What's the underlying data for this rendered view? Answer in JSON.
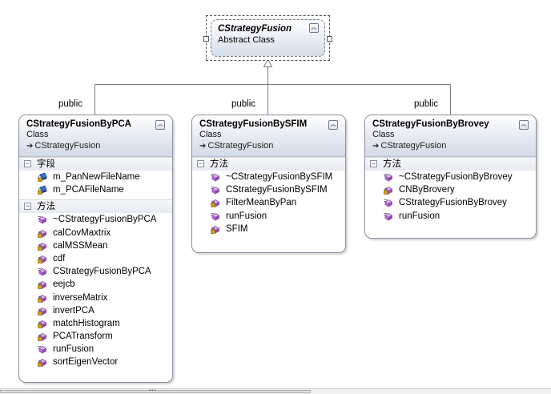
{
  "abstract_class": {
    "name": "CStrategyFusion",
    "kind": "Abstract Class"
  },
  "inheritance_label": "public",
  "classes": [
    {
      "name": "CStrategyFusionByPCA",
      "kind": "Class",
      "base": "CStrategyFusion",
      "sections": [
        {
          "title": "字段",
          "members": [
            {
              "name": "m_PanNewFileName",
              "icon": "field-icon"
            },
            {
              "name": "m_PCAFileName",
              "icon": "field-icon"
            }
          ]
        },
        {
          "title": "方法",
          "members": [
            {
              "name": "~CStrategyFusionByPCA",
              "icon": "public-method-icon"
            },
            {
              "name": "calCovMaxtrix",
              "icon": "private-method-icon"
            },
            {
              "name": "calMSSMean",
              "icon": "private-method-icon"
            },
            {
              "name": "cdf",
              "icon": "private-method-icon"
            },
            {
              "name": "CStrategyFusionByPCA",
              "icon": "public-method-icon"
            },
            {
              "name": "eejcb",
              "icon": "private-method-icon"
            },
            {
              "name": "inverseMatrix",
              "icon": "private-method-icon"
            },
            {
              "name": "invertPCA",
              "icon": "private-method-icon"
            },
            {
              "name": "matchHistogram",
              "icon": "private-method-icon"
            },
            {
              "name": "PCATransform",
              "icon": "private-method-icon"
            },
            {
              "name": "runFusion",
              "icon": "public-method-icon"
            },
            {
              "name": "sortEigenVector",
              "icon": "private-method-icon"
            }
          ]
        }
      ]
    },
    {
      "name": "CStrategyFusionBySFIM",
      "kind": "Class",
      "base": "CStrategyFusion",
      "sections": [
        {
          "title": "方法",
          "members": [
            {
              "name": "~CStrategyFusionBySFIM",
              "icon": "public-method-icon"
            },
            {
              "name": "CStrategyFusionBySFIM",
              "icon": "public-method-icon"
            },
            {
              "name": "FilterMeanByPan",
              "icon": "private-method-icon"
            },
            {
              "name": "runFusion",
              "icon": "public-method-icon"
            },
            {
              "name": "SFIM",
              "icon": "private-method-icon"
            }
          ]
        }
      ]
    },
    {
      "name": "CStrategyFusionByBrovey",
      "kind": "Class",
      "base": "CStrategyFusion",
      "sections": [
        {
          "title": "方法",
          "members": [
            {
              "name": "~CStrategyFusionByBrovey",
              "icon": "public-method-icon"
            },
            {
              "name": "CNByBrovery",
              "icon": "private-method-icon"
            },
            {
              "name": "CStrategyFusionByBrovey",
              "icon": "public-method-icon"
            },
            {
              "name": "runFusion",
              "icon": "public-method-icon"
            }
          ]
        }
      ]
    }
  ],
  "glyphs": {
    "collapse": "︽",
    "section_toggle": "−",
    "inherits_arrow": "➔",
    "grip": "▪▪▪"
  },
  "colors": {
    "method_icon": "#b46fd1",
    "field_icon": "#3a6fd8",
    "lock": "#d4a017",
    "connector": "#7d7d7d"
  }
}
